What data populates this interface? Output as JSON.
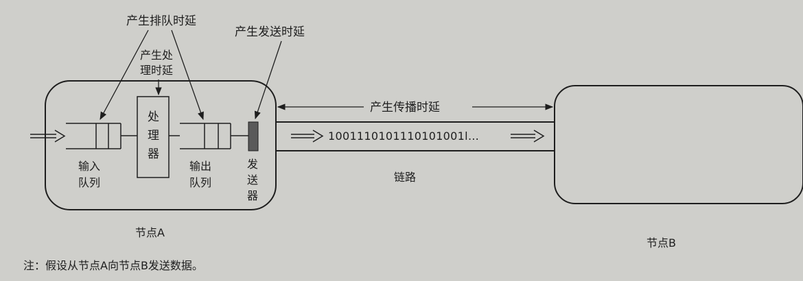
{
  "labels": {
    "queueing_delay": "产生排队时延",
    "processing_delay_line1": "产生处",
    "processing_delay_line2": "理时延",
    "transmission_delay": "产生发送时延",
    "propagation_delay": "产生传播时延",
    "input_queue_line1": "输入",
    "input_queue_line2": "队列",
    "processor": [
      "处",
      "理",
      "器"
    ],
    "output_queue_line1": "输出",
    "output_queue_line2": "队列",
    "sender": [
      "发",
      "送",
      "器"
    ],
    "bit_stream": "1001110101110101001l…",
    "link": "链路",
    "node_a": "节点A",
    "node_b": "节点B",
    "note": "注：假设从节点A向节点B发送数据。"
  },
  "colors": {
    "background": "#cfcfcb",
    "ink": "#1e1e1e",
    "sender_fill": "#5a5a5a",
    "box_fill": "#d9d9d5"
  }
}
